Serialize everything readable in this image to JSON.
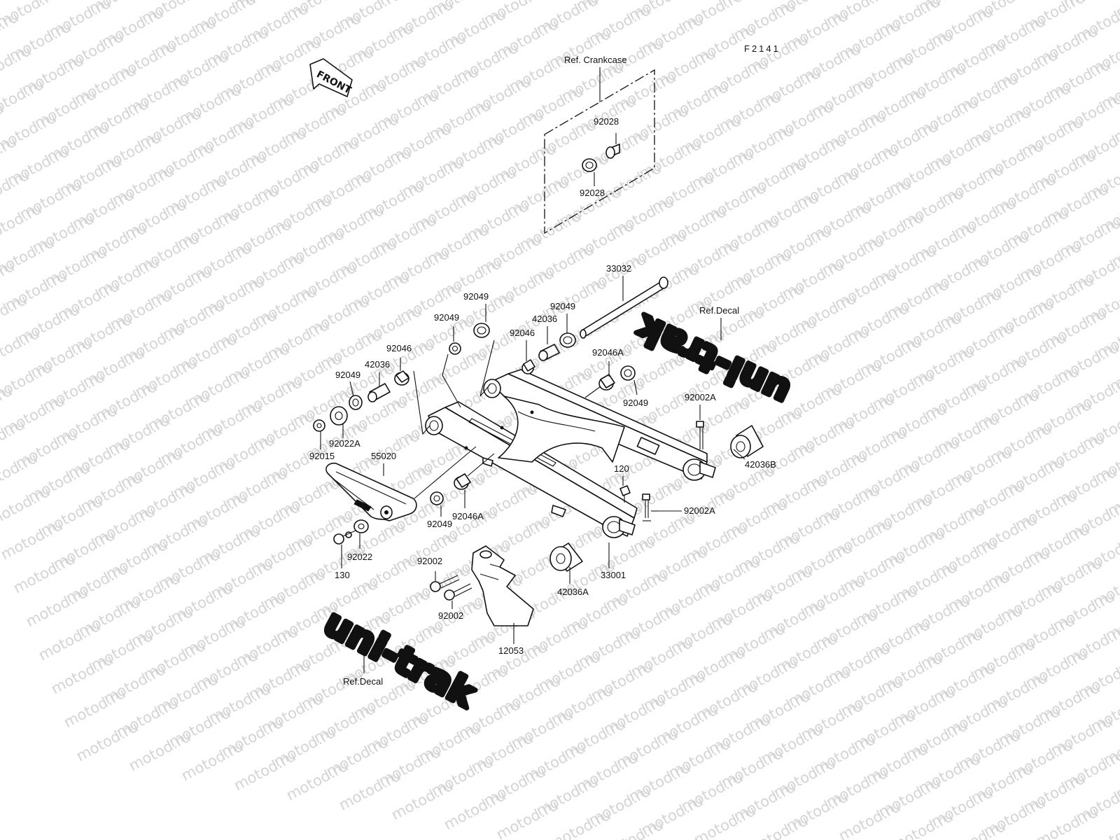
{
  "figure_code": "F2141",
  "front_marker": "FRONT",
  "watermark": "motod.ru",
  "reference_box_label": "Ref. Crankcase",
  "decal_text": "uni-trak",
  "labels": {
    "p92028_top": "92028",
    "p92028_bottom": "92028",
    "p33032": "33032",
    "ref_decal_right": "Ref.Decal",
    "p92049_a": "92049",
    "p92049_b": "92049",
    "p92049_c": "92049",
    "p92049_d": "92049",
    "p92049_e": "92049",
    "p92049_f": "92049",
    "p42036_a": "42036",
    "p42036_b": "42036",
    "p92046_a": "92046",
    "p92046_b": "92046",
    "p92046A_a": "92046A",
    "p92046A_b": "92046A",
    "p92002A_a": "92002A",
    "p92002A_b": "92002A",
    "p42036B": "42036B",
    "p92022A": "92022A",
    "p92015": "92015",
    "p55020": "55020",
    "p120": "120",
    "p92022": "92022",
    "p130": "130",
    "p92002_a": "92002",
    "p92002_b": "92002",
    "p33001": "33001",
    "p42036A": "42036A",
    "p12053": "12053",
    "ref_decal_left": "Ref.Decal"
  }
}
